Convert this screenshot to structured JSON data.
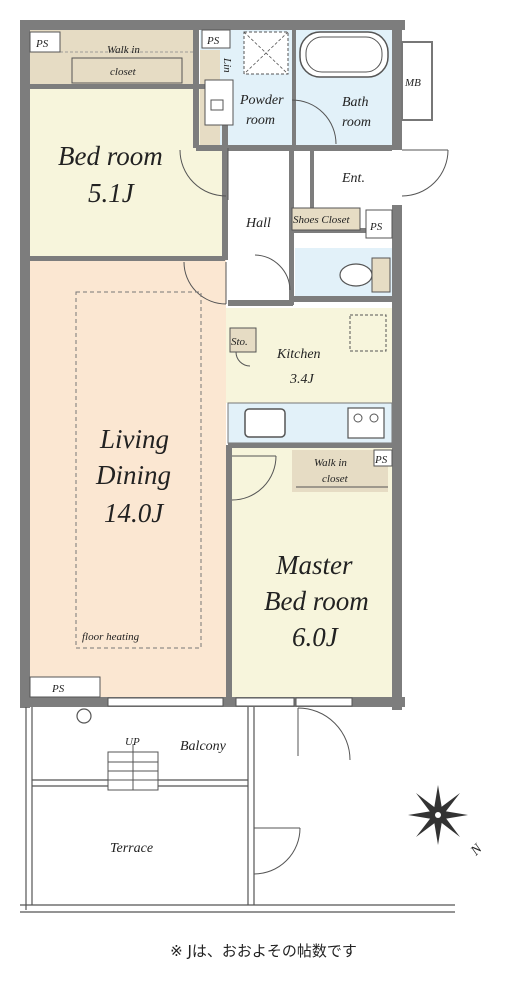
{
  "rooms": {
    "bedroom": {
      "name": "Bed room",
      "size": "5.1J"
    },
    "walkin_top": {
      "line1": "Walk in",
      "line2": "closet"
    },
    "powder": {
      "line1": "Powder",
      "line2": "room"
    },
    "bath": {
      "line1": "Bath",
      "line2": "room"
    },
    "entrance": "Ent.",
    "hall": "Hall",
    "shoes": "Shoes Closet",
    "kitchen": {
      "name": "Kitchen",
      "size": "3.4J"
    },
    "storage": "Sto.",
    "living": {
      "line1": "Living",
      "line2": "Dining",
      "size": "14.0J"
    },
    "floor_heating": "floor heating",
    "walkin_master": {
      "line1": "Walk in",
      "line2": "closet"
    },
    "master": {
      "line1": "Master",
      "line2": "Bed room",
      "size": "6.0J"
    },
    "balcony": "Balcony",
    "terrace": "Terrace"
  },
  "fixtures": {
    "ps": "PS",
    "mb": "MB",
    "lin": "Lin",
    "up": "UP"
  },
  "compass": {
    "north": "N"
  },
  "footnote": "※ Jは、おおよその帖数です",
  "colors": {
    "wall": "#7d7d7d",
    "bedroom_floor": "#f7f5dc",
    "living_floor": "#fbe7d2",
    "wet_floor": "#e2f1f9",
    "closet_floor": "#e6dcc4",
    "wall_tint": "#ffffff"
  }
}
